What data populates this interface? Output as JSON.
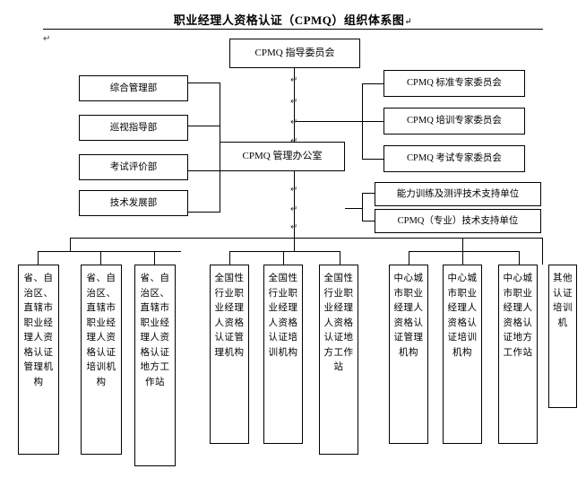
{
  "document": {
    "title": "职业经理人资格认证（CPMQ）组织体系图",
    "title_mark": "↵",
    "paragraph_mark": "↵"
  },
  "chart": {
    "type": "org-chart",
    "root": {
      "id": "steering-committee",
      "label": "CPMQ 指导委员会"
    },
    "center": {
      "id": "management-office",
      "label": "CPMQ 管理办公室"
    },
    "left_departments": [
      {
        "id": "general-management-dept",
        "label": "综合管理部"
      },
      {
        "id": "inspection-guidance-dept",
        "label": "巡视指导部"
      },
      {
        "id": "exam-evaluation-dept",
        "label": "考试评价部"
      },
      {
        "id": "technology-development-dept",
        "label": "技术发展部"
      }
    ],
    "right_committees": [
      {
        "id": "standards-expert-committee",
        "label": "CPMQ 标准专家委员会"
      },
      {
        "id": "training-expert-committee",
        "label": "CPMQ 培训专家委员会"
      },
      {
        "id": "exam-expert-committee",
        "label": "CPMQ 考试专家委员会"
      }
    ],
    "right_support_units": [
      {
        "id": "ability-training-support-unit",
        "label": "能力训练及测评技术支持单位"
      },
      {
        "id": "cpmq-professional-support-unit",
        "label": "CPMQ（专业）技术支持单位"
      }
    ],
    "bottom_groups": [
      {
        "id": "provincial-group",
        "nodes": [
          {
            "id": "provincial-cert-management",
            "label": "省、自治区、直辖市职业经理人资格认证管理机构"
          },
          {
            "id": "provincial-cert-training",
            "label": "省、自治区、直辖市职业经理人资格认证培训机构"
          },
          {
            "id": "provincial-local-workstation",
            "label": "省、自治区、直辖市职业经理人资格认证地方工作站"
          }
        ]
      },
      {
        "id": "national-industry-group",
        "nodes": [
          {
            "id": "national-industry-cert-management",
            "label": "全国性行业职业经理人资格认证管理机构"
          },
          {
            "id": "national-industry-cert-training",
            "label": "全国性行业职业经理人资格认证培训机构"
          },
          {
            "id": "national-industry-local-workstation",
            "label": "全国性行业职业经理人资格认证地方工作站"
          }
        ]
      },
      {
        "id": "central-city-group",
        "nodes": [
          {
            "id": "central-city-cert-management",
            "label": "中心城市职业经理人资格认证管理机构"
          },
          {
            "id": "central-city-cert-training",
            "label": "中心城市职业经理人资格认证培训机构"
          },
          {
            "id": "central-city-local-workstation",
            "label": "中心城市职业经理人资格认证地方工作站"
          }
        ]
      },
      {
        "id": "other-group",
        "nodes": [
          {
            "id": "other-cert-training",
            "label": "其他认证培训机"
          }
        ]
      }
    ]
  },
  "colors": {
    "line": "#000000",
    "background": "#ffffff",
    "text": "#000000",
    "mark": "#3a3a3a"
  }
}
